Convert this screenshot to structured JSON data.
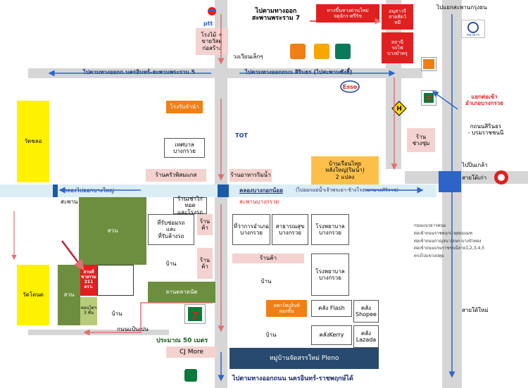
{
  "colors": {
    "road": "#d6d6d6",
    "canal": "#dbeef6",
    "park": "#6c8e3e",
    "temple": "#fff200",
    "accent_red": "#e02020",
    "arrow_blue": "#2e64c8",
    "village": "#274a6e",
    "building_pink": "#f4d2cf",
    "orange": "#f07f16"
  },
  "icons": [
    "ptt-logo",
    "esso-logo",
    "seven-eleven-logo",
    "bus-stop-sign",
    "temple-icon",
    "bank-logo"
  ],
  "roads": {
    "top_left": "ไปตามทางออกก.นครอินทร์-สะพานพระราม 5",
    "top_right": "ไปตามทางออกถนน สิรินธร (ไปสะพานซังฮี้)",
    "top_exit": "ไปตามทางออก\nสะพานพระราม 7",
    "top_far_right": "ไปแยกสะพานกรุงธน",
    "sirindhorn": "กถนนสิรินธร\n- บรมราชชนนี",
    "bang_kruai_junction": "แยกต่อเข้า\nอำเภอบางกรวย",
    "to_pinklao": "ไปปิ่นเกล้า",
    "tai_mai_1": "สายใต้เก่า",
    "tai_mai_2": "สายใต้ใหม่",
    "bottom_exit": "ไปตามทางออกถนน นครอินทร์-ราชพฤกษ์ได้",
    "roundabout": "วงเวียนเล็กๆ",
    "bottom_road": "กนนแป้นเปน",
    "bus_list": "กนนแนวยาวคนม\nต่อเข้าถนนราชพฤกษ์-พุทธมณฑ\nต่อเข้าถนนกาญจนาภิเษก-บางบัวทอง\nต่อเข้าถนนบรมราชชนนีสาย1,2,3,4,5\nตรงไปแขวงปทุม"
  },
  "canal": {
    "label": "คลองบางกอกน้อย",
    "note": "(ไปออกแม่น้ำเจ้าพระยา-ข้างโรงพยาบาลศิริราช)",
    "left_label": "คลองไปออกบางใหญ่",
    "bridge_left": "สะพาน",
    "bridge": "สะพานบางกรวย"
  },
  "places": {
    "flower_shop": "โรงไม้ +\nขายวัสดุ\nก่อสร้าง",
    "ice_factory": "โรงรับจำนำ",
    "municipality": "เทศบาล\nบางกรวย",
    "shop_pink": "ร้านครัวพิสมแกส",
    "food_shop": "ร้านอาหารริมน้ำ",
    "thai_house": "บ้านเรือนไทย\nหลังใหญ่(ริมน้ำ)\n2 แปลง",
    "shop_right": "ร้าน\nช่างซุ่ม",
    "temple_top": "วัดชลอ",
    "temple_bottom": "วัดโตนด",
    "garden_1": "สวน",
    "garden_2": "สวน",
    "highlight": "สวนที่\nขายรวม\n211\nตรว.",
    "shop_house": "ร้านเช่าไก่ทอด\nและโรงรถ",
    "car_repair": "ที่รับซ่อมรถ\nและ\nที่รับล้างรถ",
    "shop_a": "ร้าน\nค้า",
    "house_a": "บ้าน",
    "shop_b": "ร้าน\nค้า",
    "condo": "คอนโดฯ\n3 ชั้น",
    "house_b": "บ้าน",
    "market": "ลานตลาดนัด",
    "district_office": "ที่ว่าการอำเภอ\nบางกรวย",
    "health_office": "สาธารณสุข\nบางกรวย",
    "hospital_1": "โรงพยาบาล\nบางกรวย",
    "hospital_2": "โรงพยาบาล\nบางกรวย",
    "shop_c": "ร้านค้า",
    "house_c": "บ้าน",
    "apartment": "อพาร์ทเม้นท์\nสองชั้น",
    "flash": "คลัง Flash",
    "shopee": "คลัง\nShopee",
    "house_d": "บ้าน",
    "kerry": "คลังKerry",
    "lazada": "คลัง\nLazada",
    "village": "หมู่บ้านจัดสรรใหม่ Pleno",
    "distance": "ประมาณ 50 เมตร",
    "cj_more": "CJ More",
    "red_top_1": "ทางขึ้นทางด่วนใหม่\nจตุจักร-ศรีรัช",
    "red_top_2": "อนุสาวรี\nสายสัตว์\nหมี",
    "red_right": "สถานี\nรถไฟ\nบางบำหรุ"
  },
  "logos": {
    "ptt": "ptt",
    "esso": "Esso",
    "seven": "7",
    "bank_right": "ธนาคาร"
  }
}
